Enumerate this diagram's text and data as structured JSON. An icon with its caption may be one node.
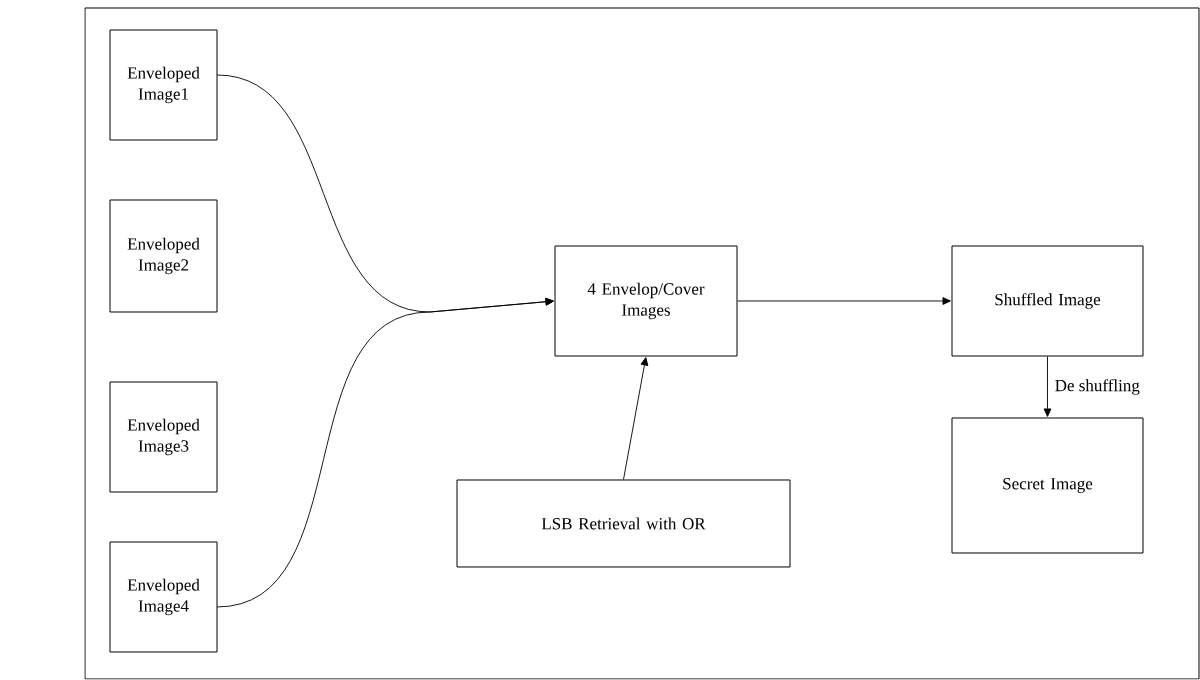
{
  "diagram": {
    "nodes": [
      {
        "text": [
          "Enveloped Image1"
        ]
      },
      {
        "text": [
          "Enveloped Image2"
        ]
      },
      {
        "text": [
          "Enveloped Image3"
        ]
      },
      {
        "text": [
          "Enveloped Image4"
        ]
      },
      {
        "text": [
          "4 Envelop/Cover Images"
        ]
      },
      {
        "text": [
          "Shuffled Image"
        ]
      },
      {
        "text": [
          "Secret Image"
        ]
      },
      {
        "text": [
          "LSB Retrieval with OR"
        ]
      }
    ],
    "edges": [
      {
        "from": 0,
        "to": 4,
        "arrow": "to"
      },
      {
        "from": 3,
        "to": 4,
        "arrow": "to"
      },
      {
        "from": 7,
        "to": 4,
        "arrow": "to"
      },
      {
        "from": 4,
        "to": 5,
        "arrow": "to"
      },
      {
        "from": 5,
        "to": 6,
        "arrow": "to",
        "label": "De shuffling"
      }
    ]
  }
}
